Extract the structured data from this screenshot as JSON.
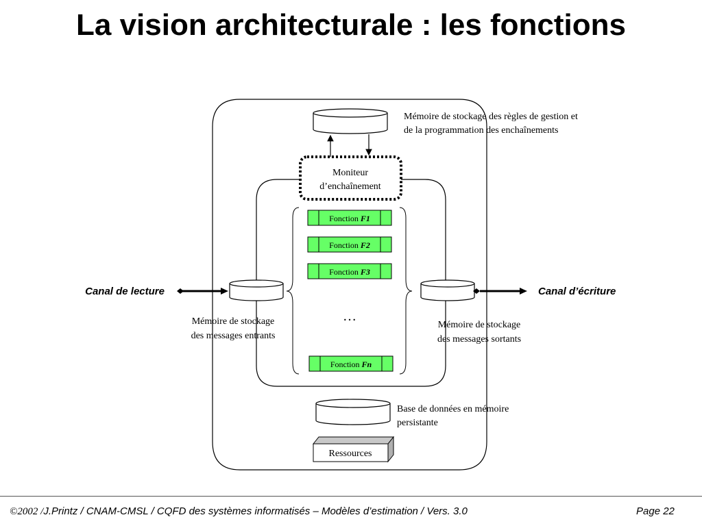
{
  "title": "La vision architecturale : les fonctions",
  "diagram": {
    "rules_memory_label_line1": "Mémoire de stockage des règles de gestion et",
    "rules_memory_label_line2": "de la programmation des enchaînements",
    "monitor_label_line1": "Moniteur",
    "monitor_label_line2": "d’enchaînement",
    "functions": [
      {
        "prefix": "Fonction ",
        "name": "F1"
      },
      {
        "prefix": "Fonction ",
        "name": "F2"
      },
      {
        "prefix": "Fonction ",
        "name": "F3"
      },
      {
        "prefix": "Fonction ",
        "name": "Fn"
      }
    ],
    "ellipsis": "…",
    "read_channel": "Canal de lecture",
    "write_channel": "Canal d’écriture",
    "incoming_label_line1": "Mémoire de stockage",
    "incoming_label_line2": "des messages entrants",
    "outgoing_label_line1": "Mémoire de stockage",
    "outgoing_label_line2": "des messages sortants",
    "db_label_line1": "Base de données en mémoire",
    "db_label_line2": "persistante",
    "resources_label": "Ressources",
    "function_color": "#66ff66"
  },
  "footer": {
    "copyright": "©2002 /",
    "text": "J.Printz / CNAM-CMSL / CQFD des systèmes informatisés – Modèles d’estimation / Vers. 3.0",
    "page": "Page 22"
  }
}
